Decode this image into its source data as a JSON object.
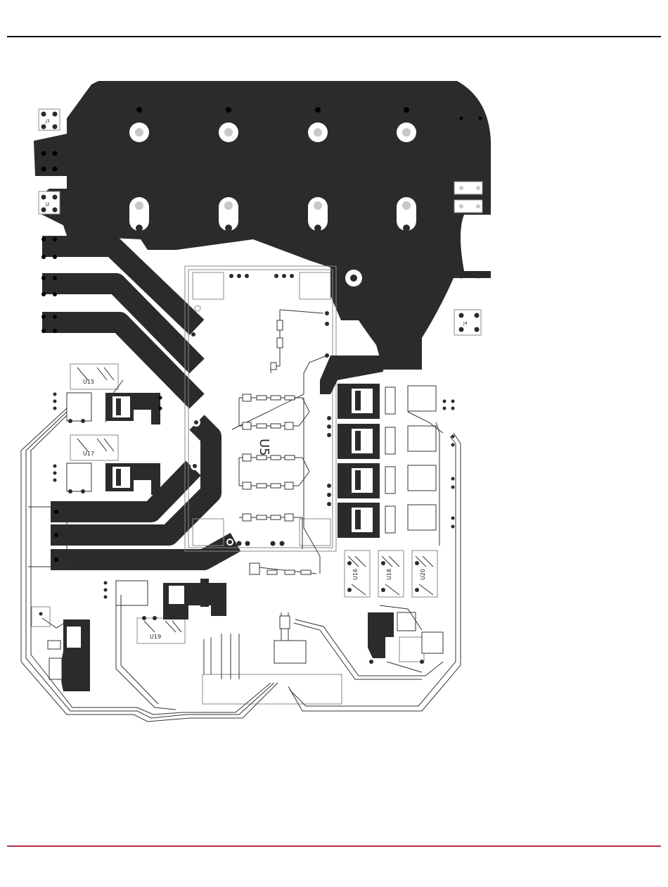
{
  "colors": {
    "copper": "#2b2b2b",
    "trace": "#333333",
    "silkscreen": "#888888",
    "pad_hole": "#c8c8c8",
    "top_rule": "#000000",
    "bottom_rule": "#b5314a"
  },
  "designators": {
    "j3": "J3",
    "j2": "J2",
    "j4": "J4",
    "u15": "U15",
    "u17": "U17",
    "u19": "U19",
    "u16": "U16",
    "u18": "U18",
    "u20": "U20",
    "module": "U5"
  }
}
